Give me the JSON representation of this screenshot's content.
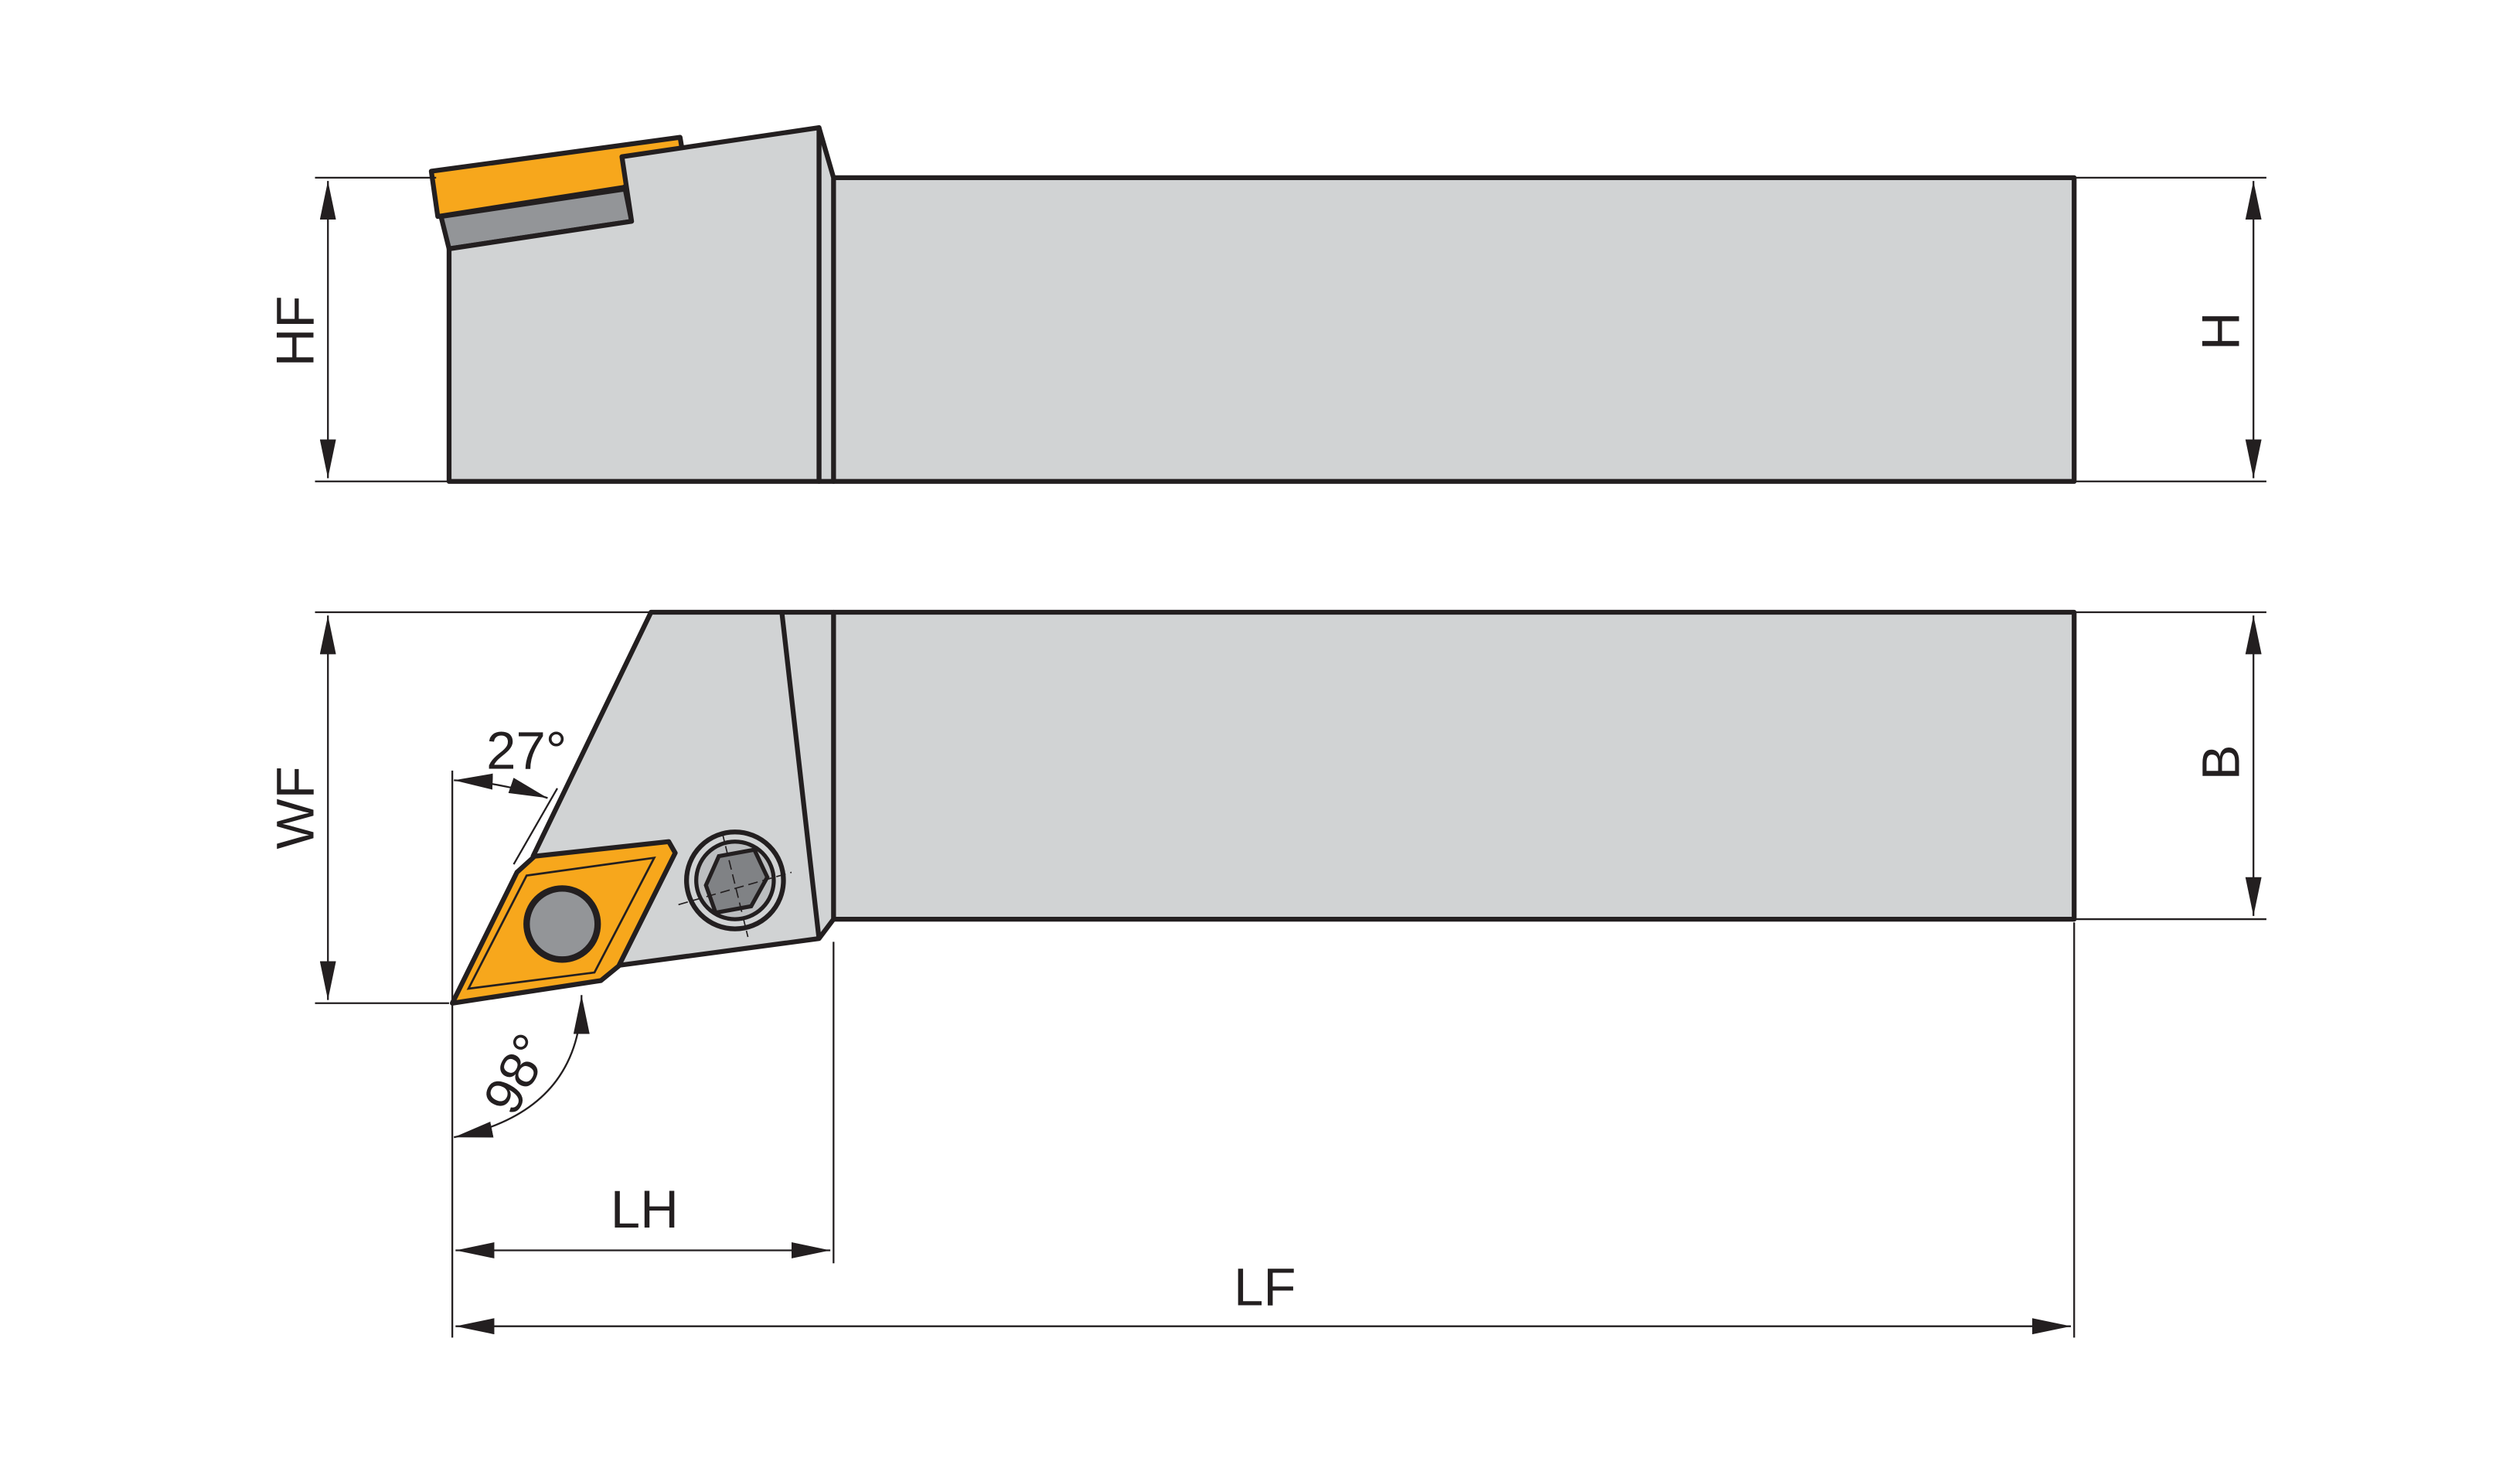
{
  "labels": {
    "hf": "HF",
    "h": "H",
    "wf": "WF",
    "b": "B",
    "angle_top": "27°",
    "angle_bottom": "98°",
    "lh": "LH",
    "lf": "LF"
  },
  "colors": {
    "body": "#d1d3d4",
    "insert": "#f7a71c",
    "shim": "#939598",
    "outline": "#231f20"
  }
}
